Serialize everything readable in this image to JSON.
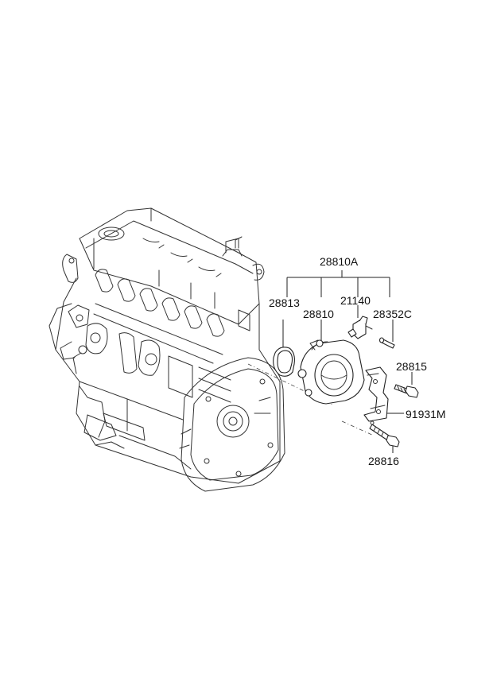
{
  "diagram": {
    "type": "exploded parts diagram",
    "parts": [
      {
        "id": "p-28810A",
        "number": "28810A"
      },
      {
        "id": "p-28813",
        "number": "28813"
      },
      {
        "id": "p-28810",
        "number": "28810"
      },
      {
        "id": "p-21140",
        "number": "21140"
      },
      {
        "id": "p-28352C",
        "number": "28352C"
      },
      {
        "id": "p-28815",
        "number": "28815"
      },
      {
        "id": "p-91931M",
        "number": "91931M"
      },
      {
        "id": "p-28816",
        "number": "28816"
      }
    ]
  }
}
